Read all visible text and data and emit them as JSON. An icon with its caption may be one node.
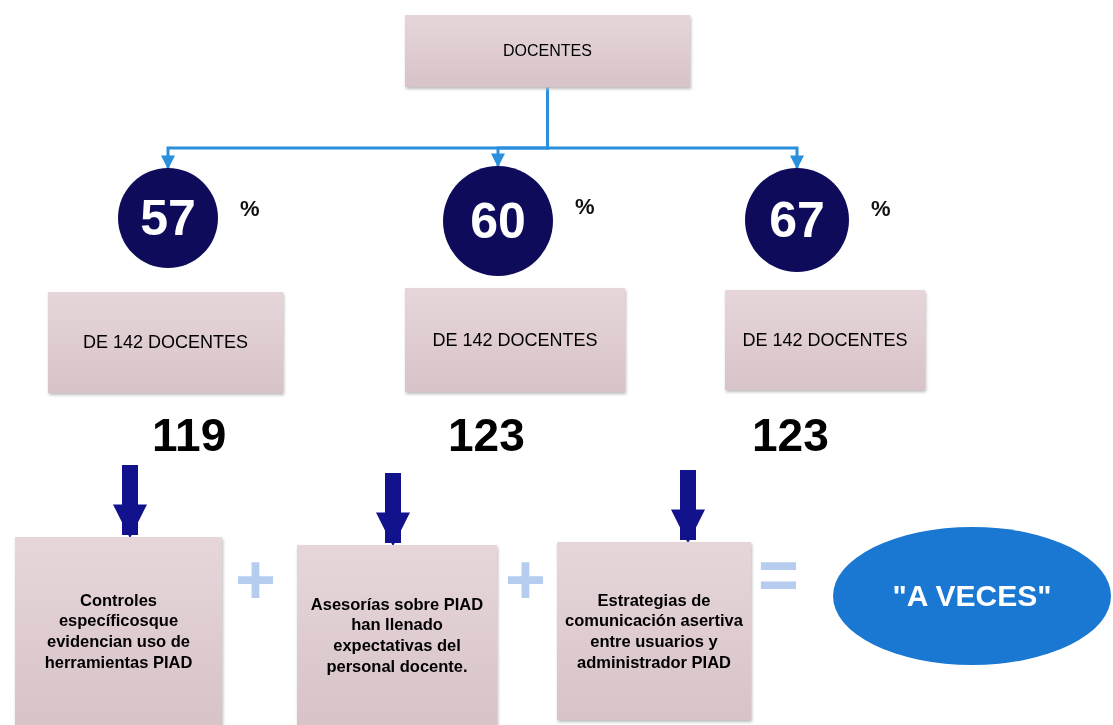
{
  "diagram": {
    "nodes": [
      {
        "text": [
          "DOCENTES"
        ]
      },
      {
        "text": [
          "57"
        ],
        "beside": [
          "%"
        ]
      },
      {
        "text": [
          "60"
        ],
        "beside": [
          "%"
        ]
      },
      {
        "text": [
          "67"
        ],
        "beside": [
          "%"
        ]
      },
      {
        "text": [
          "DE 142 DOCENTES"
        ]
      },
      {
        "text": [
          "DE 142 DOCENTES"
        ]
      },
      {
        "text": [
          "DE 142 DOCENTES"
        ]
      },
      {
        "text": [
          "Controles específicosque evidencian uso de herramientas PIAD"
        ]
      },
      {
        "text": [
          "Asesorías sobre PIAD han llenado expectativas del personal docente."
        ]
      },
      {
        "text": [
          "Estrategias de comunicación asertiva entre usuarios y administrador PIAD"
        ]
      },
      {
        "text": [
          "\"A VECES\""
        ]
      }
    ],
    "edges": [
      {
        "from": 0,
        "to": 1,
        "arrow": "to",
        "color": "#2a8fdc"
      },
      {
        "from": 0,
        "to": 2,
        "arrow": "to",
        "color": "#2a8fdc"
      },
      {
        "from": 0,
        "to": 3,
        "arrow": "to",
        "color": "#2a8fdc"
      },
      {
        "from": null,
        "to": 7,
        "arrow": "to",
        "style": "thick",
        "color": "#12128c"
      },
      {
        "from": null,
        "to": 8,
        "arrow": "to",
        "style": "thick",
        "color": "#12128c"
      },
      {
        "from": null,
        "to": 9,
        "arrow": "to",
        "style": "thick",
        "color": "#12128c"
      }
    ],
    "labels": [
      "119",
      "123",
      "123",
      "+",
      "+",
      "="
    ]
  }
}
